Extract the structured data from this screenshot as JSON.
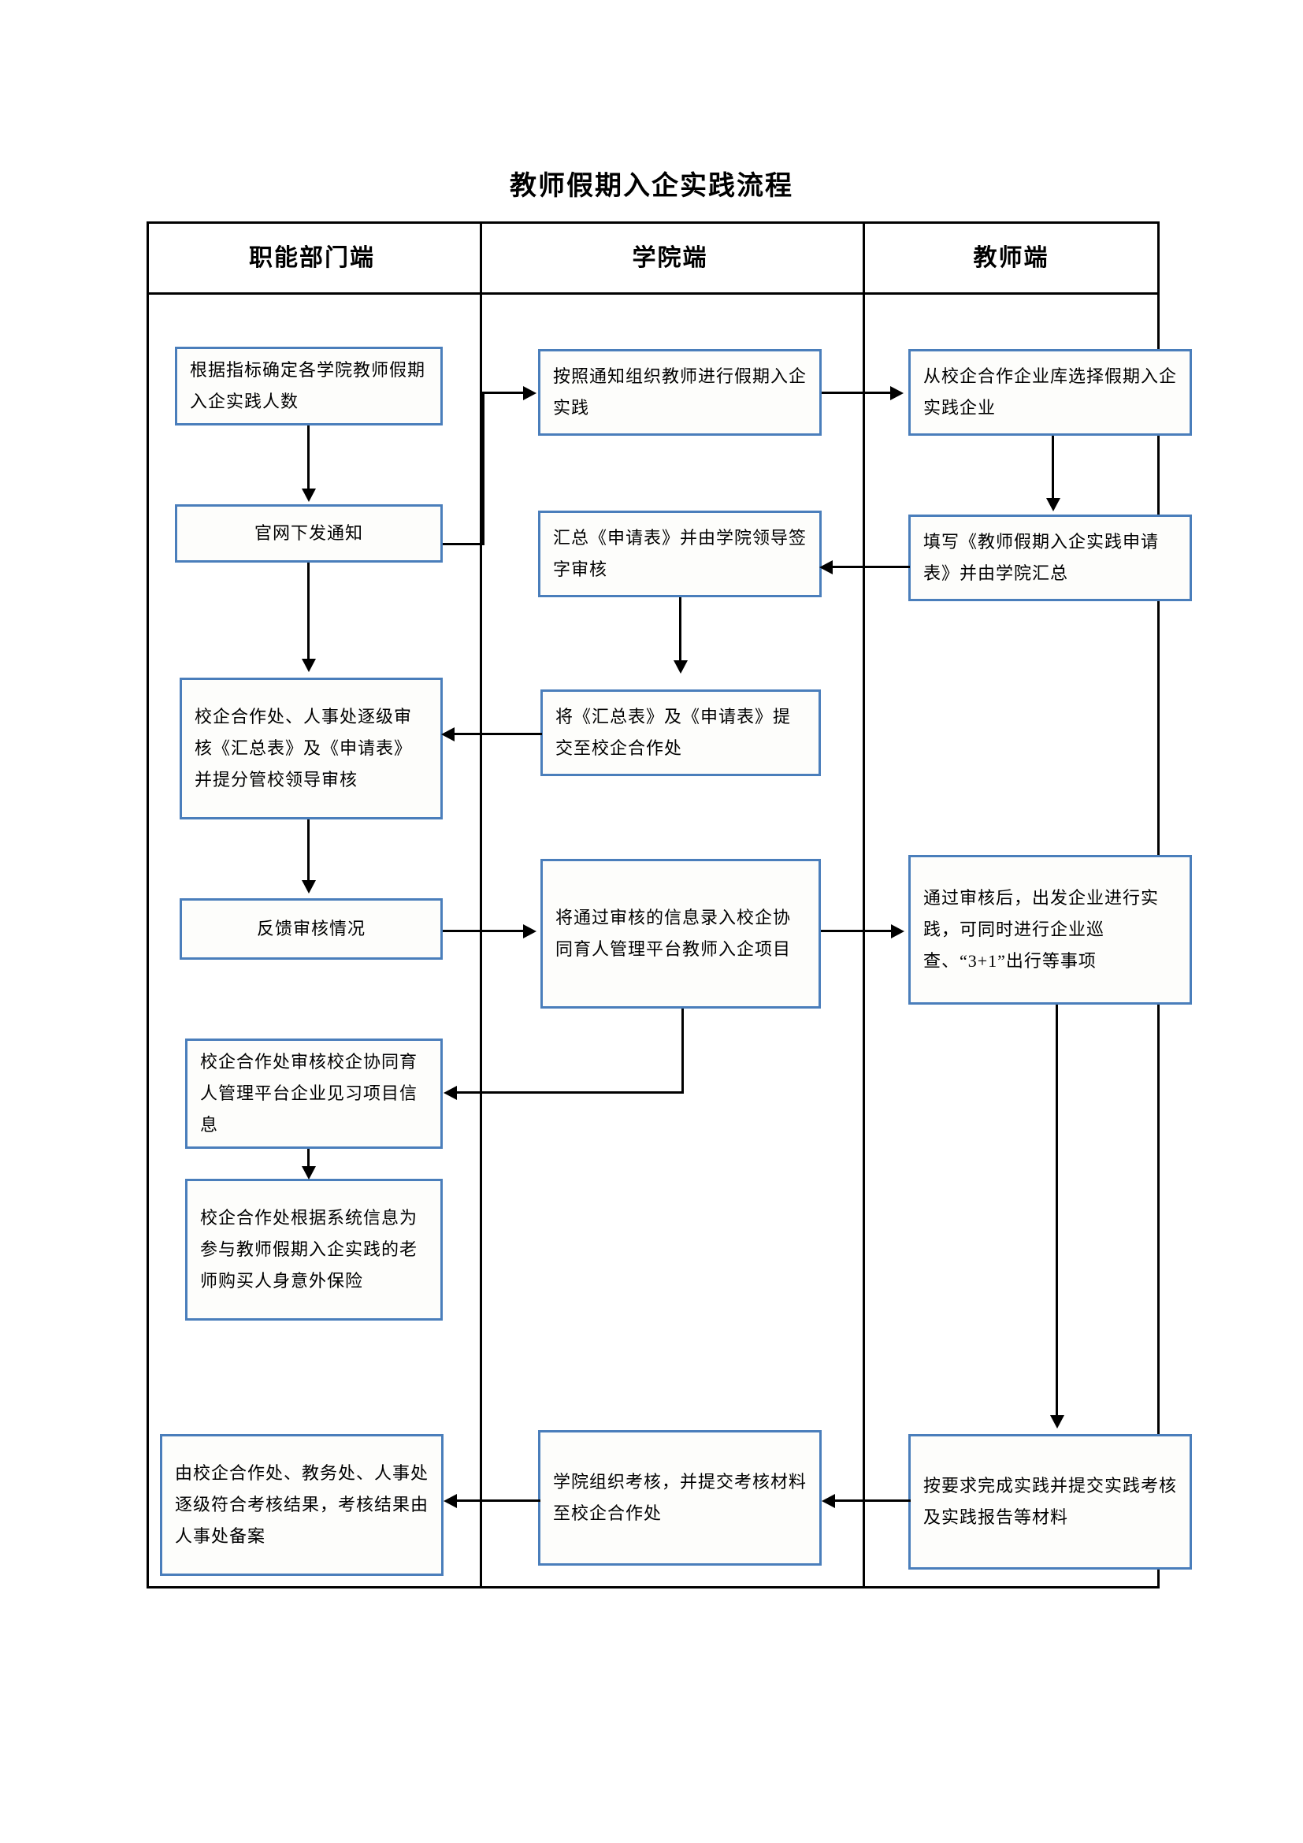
{
  "title": "教师假期入企实践流程",
  "lanes": [
    {
      "header": "职能部门端"
    },
    {
      "header": "学院端"
    },
    {
      "header": "教师端"
    }
  ],
  "boxes": {
    "c1b1": "根据指标确定各学院教师假期入企实践人数",
    "c1b2": "官网下发通知",
    "c1b3": "校企合作处、人事处逐级审核《汇总表》及《申请表》并提分管校领导审核",
    "c1b4": "反馈审核情况",
    "c1b5": "校企合作处审核校企协同育人管理平台企业见习项目信息",
    "c1b6": "校企合作处根据系统信息为参与教师假期入企实践的老师购买人身意外保险",
    "c1b7": "由校企合作处、教务处、人事处逐级符合考核结果，考核结果由人事处备案",
    "c2b1": "按照通知组织教师进行假期入企实践",
    "c2b2": "汇总《申请表》并由学院领导签字审核",
    "c2b3": "将《汇总表》及《申请表》提交至校企合作处",
    "c2b4": "将通过审核的信息录入校企协同育人管理平台教师入企项目",
    "c2b5": "学院组织考核，并提交考核材料至校企合作处",
    "c3b1": "从校企合作企业库选择假期入企实践企业",
    "c3b2": "填写《教师假期入企实践申请表》并由学院汇总",
    "c3b3": "通过审核后，出发企业进行实践，可同时进行企业巡查、“3+1”出行等事项",
    "c3b4": "按要求完成实践并提交实践考核及实践报告等材料"
  },
  "colors": {
    "box_border": "#4a7ebb",
    "frame": "#000000",
    "connector": "#000000",
    "page_background": "#ffffff"
  }
}
